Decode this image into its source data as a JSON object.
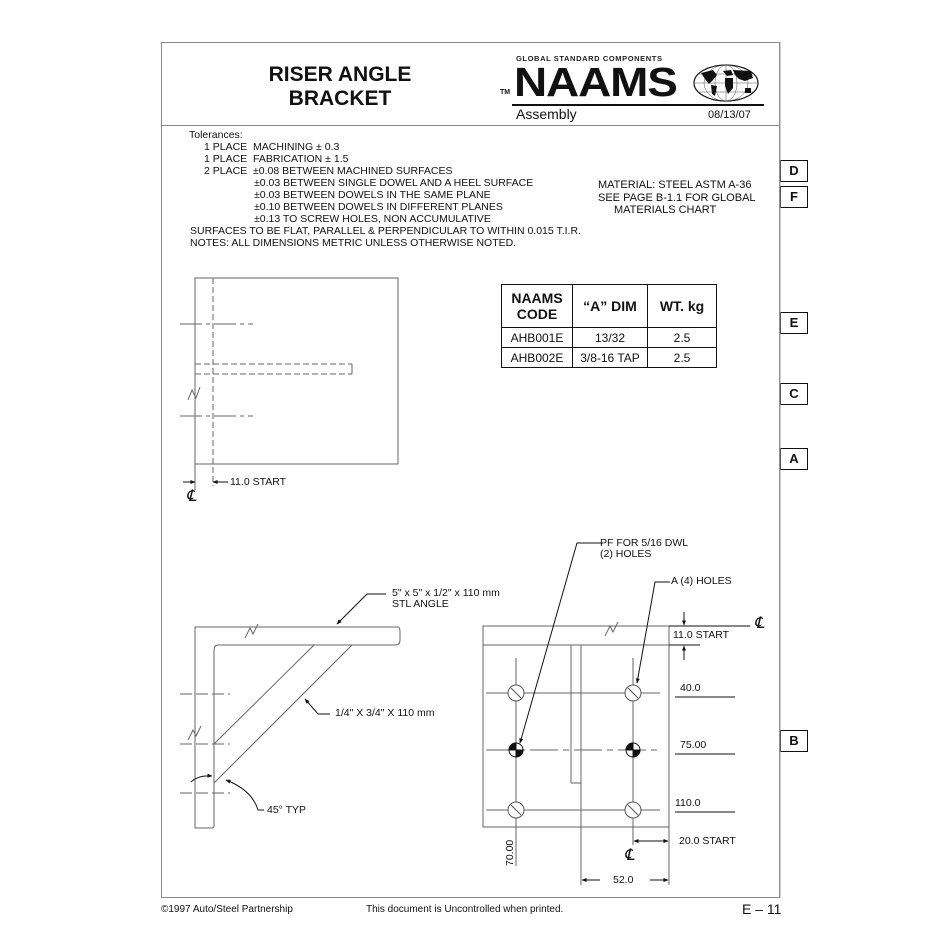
{
  "header": {
    "title_line1": "RISER ANGLE",
    "title_line2": "BRACKET",
    "logo": {
      "tagline": "GLOBAL STANDARD COMPONENTS",
      "tm": "TM",
      "brand": "NAAMS",
      "icon": "globe-icon"
    },
    "category": "Assembly",
    "date": "08/13/07"
  },
  "tolerances": {
    "heading": "Tolerances:",
    "lines": [
      "1 PLACE  MACHINING ± 0.3",
      "1 PLACE  FABRICATION ± 1.5",
      "2 PLACE  ±0.08 BETWEEN MACHINED SURFACES",
      "±0.03 BETWEEN SINGLE DOWEL AND A HEEL SURFACE",
      "±0.03 BETWEEN DOWELS IN THE SAME PLANE",
      "±0.10 BETWEEN DOWELS IN DIFFERENT PLANES",
      "±0.13 TO SCREW HOLES, NON ACCUMULATIVE"
    ],
    "surfaces_note": "SURFACES TO BE FLAT, PARALLEL & PERPENDICULAR TO WITHIN 0.015 T.I.R.",
    "notes": "NOTES: ALL DIMENSIONS METRIC UNLESS OTHERWISE NOTED."
  },
  "material": {
    "line1": "MATERIAL: STEEL ASTM A-36",
    "line2": "SEE PAGE B-1.1 FOR GLOBAL",
    "line3": "MATERIALS CHART"
  },
  "table": {
    "headers": [
      "NAAMS CODE",
      "“A” DIM",
      "WT. kg"
    ],
    "rows": [
      [
        "AHB001E",
        "13/32",
        "2.5"
      ],
      [
        "AHB002E",
        "3/8-16 TAP",
        "2.5"
      ]
    ]
  },
  "view_tabs": [
    "D",
    "F",
    "E",
    "C",
    "A",
    "B"
  ],
  "top_view": {
    "dim_label": "11.0 START",
    "centerline_symbol": "℄"
  },
  "side_view": {
    "angle_callout_line1": "5\" x  5\" x 1/2\" x 110 mm",
    "angle_callout_line2": "STL ANGLE",
    "gusset_callout": "1/4\" X 3/4\" X 110 mm",
    "angle_note": "45° TYP"
  },
  "front_view": {
    "dowel_callout_line1": "PF FOR 5/16 DWL",
    "dowel_callout_line2": "(2) HOLES",
    "holes_callout": "A (4) HOLES",
    "top_start": "11.0 START",
    "dim_40": "40.0",
    "dim_75": "75.00",
    "dim_110": "110.0",
    "side_start": "20.0 START",
    "dim_70": "70.00",
    "dim_52": "52.0",
    "centerline_symbol": "℄"
  },
  "footer": {
    "copyright": "©1997 Auto/Steel Partnership",
    "notice": "This document is Uncontrolled when printed.",
    "page": "E – 11"
  }
}
